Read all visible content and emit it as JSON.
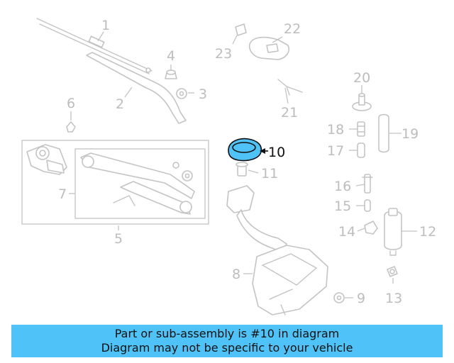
{
  "diagram": {
    "callouts": [
      "1",
      "2",
      "3",
      "4",
      "5",
      "6",
      "7",
      "8",
      "9",
      "10",
      "11",
      "12",
      "13",
      "14",
      "15",
      "16",
      "17",
      "18",
      "19",
      "20",
      "21",
      "22",
      "23"
    ],
    "highlighted_callout": "10",
    "colors": {
      "highlight": "#4fc3f7",
      "part_line": "#c4c4c4",
      "callout_text": "#bdbdbd",
      "highlight_text": "#111111"
    }
  },
  "banner": {
    "line1": "Part or sub-assembly is #10 in diagram",
    "line2": "Diagram may not be specific to your vehicle"
  }
}
